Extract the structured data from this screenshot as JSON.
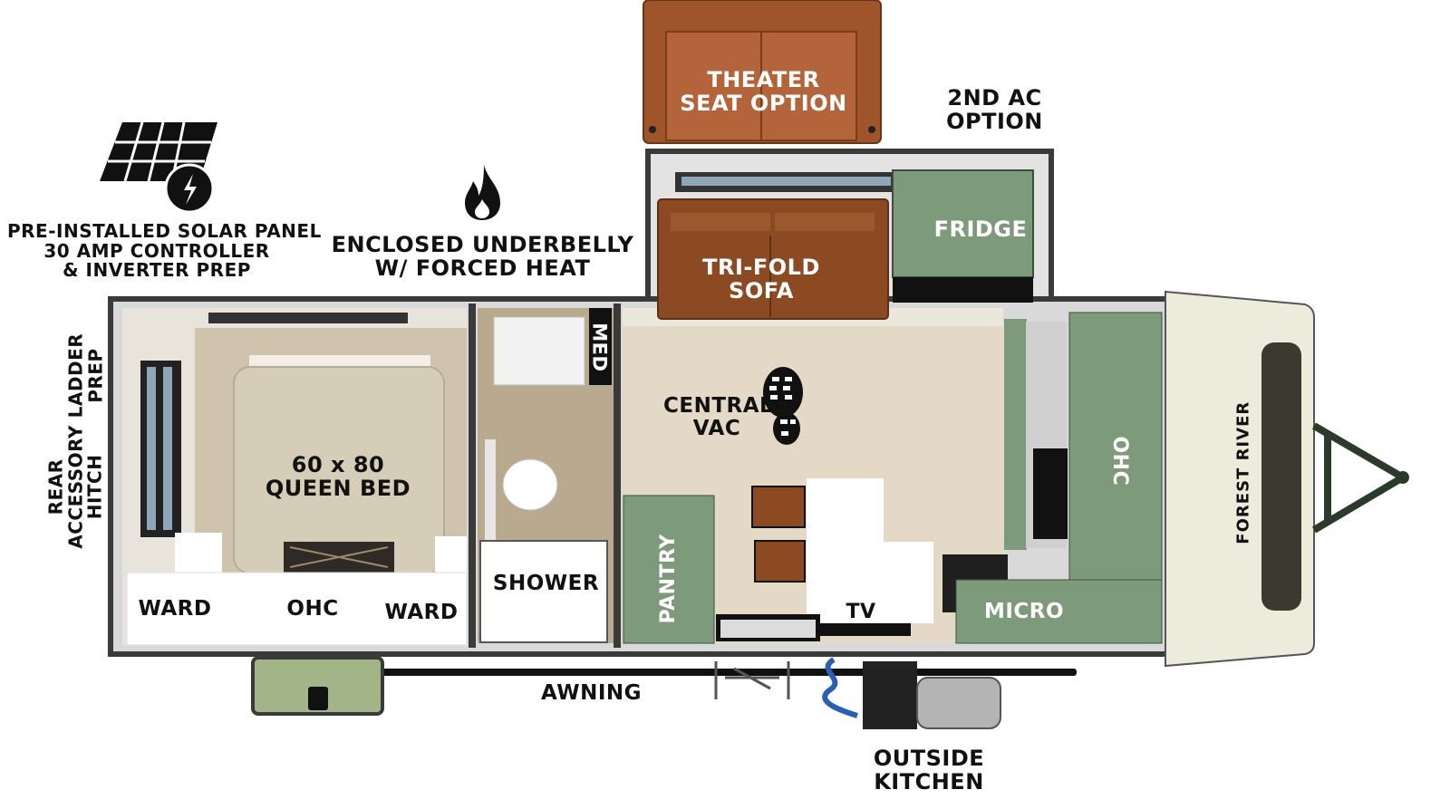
{
  "features": {
    "solar": [
      "PRE-INSTALLED SOLAR PANEL",
      "30 AMP CONTROLLER",
      "& INVERTER PREP"
    ],
    "underbelly": [
      "ENCLOSED UNDERBELLY",
      "W/ FORCED HEAT"
    ],
    "ac": [
      "2ND AC",
      "OPTION"
    ],
    "theater": [
      "THEATER",
      "SEAT OPTION"
    ],
    "ladder": [
      "LADDER",
      "PREP"
    ],
    "hitch": [
      "REAR",
      "ACCESSORY",
      "HITCH"
    ],
    "kitchen": [
      "OUTSIDE",
      "KITCHEN"
    ]
  },
  "rooms": {
    "sofa": [
      "TRI-FOLD",
      "SOFA"
    ],
    "fridge": "FRIDGE",
    "vac": [
      "CENTRAL",
      "VAC"
    ],
    "bed": [
      "60 x 80",
      "QUEEN BED"
    ],
    "med": "MED",
    "shower": "SHOWER",
    "pantry": "PANTRY",
    "tv": "TV",
    "micro": "MICRO",
    "ohc_front": "OHC",
    "ward_left": "WARD",
    "ohc_rear": "OHC",
    "ward_right": "WARD",
    "awning": "AWNING"
  },
  "brand": "FOREST RIVER",
  "colors": {
    "green": "#7d9a7a",
    "brown": "#8b4a22",
    "floor": "#dcd3c2",
    "wall": "#3a3a3a",
    "cream": "#ecebdc"
  }
}
